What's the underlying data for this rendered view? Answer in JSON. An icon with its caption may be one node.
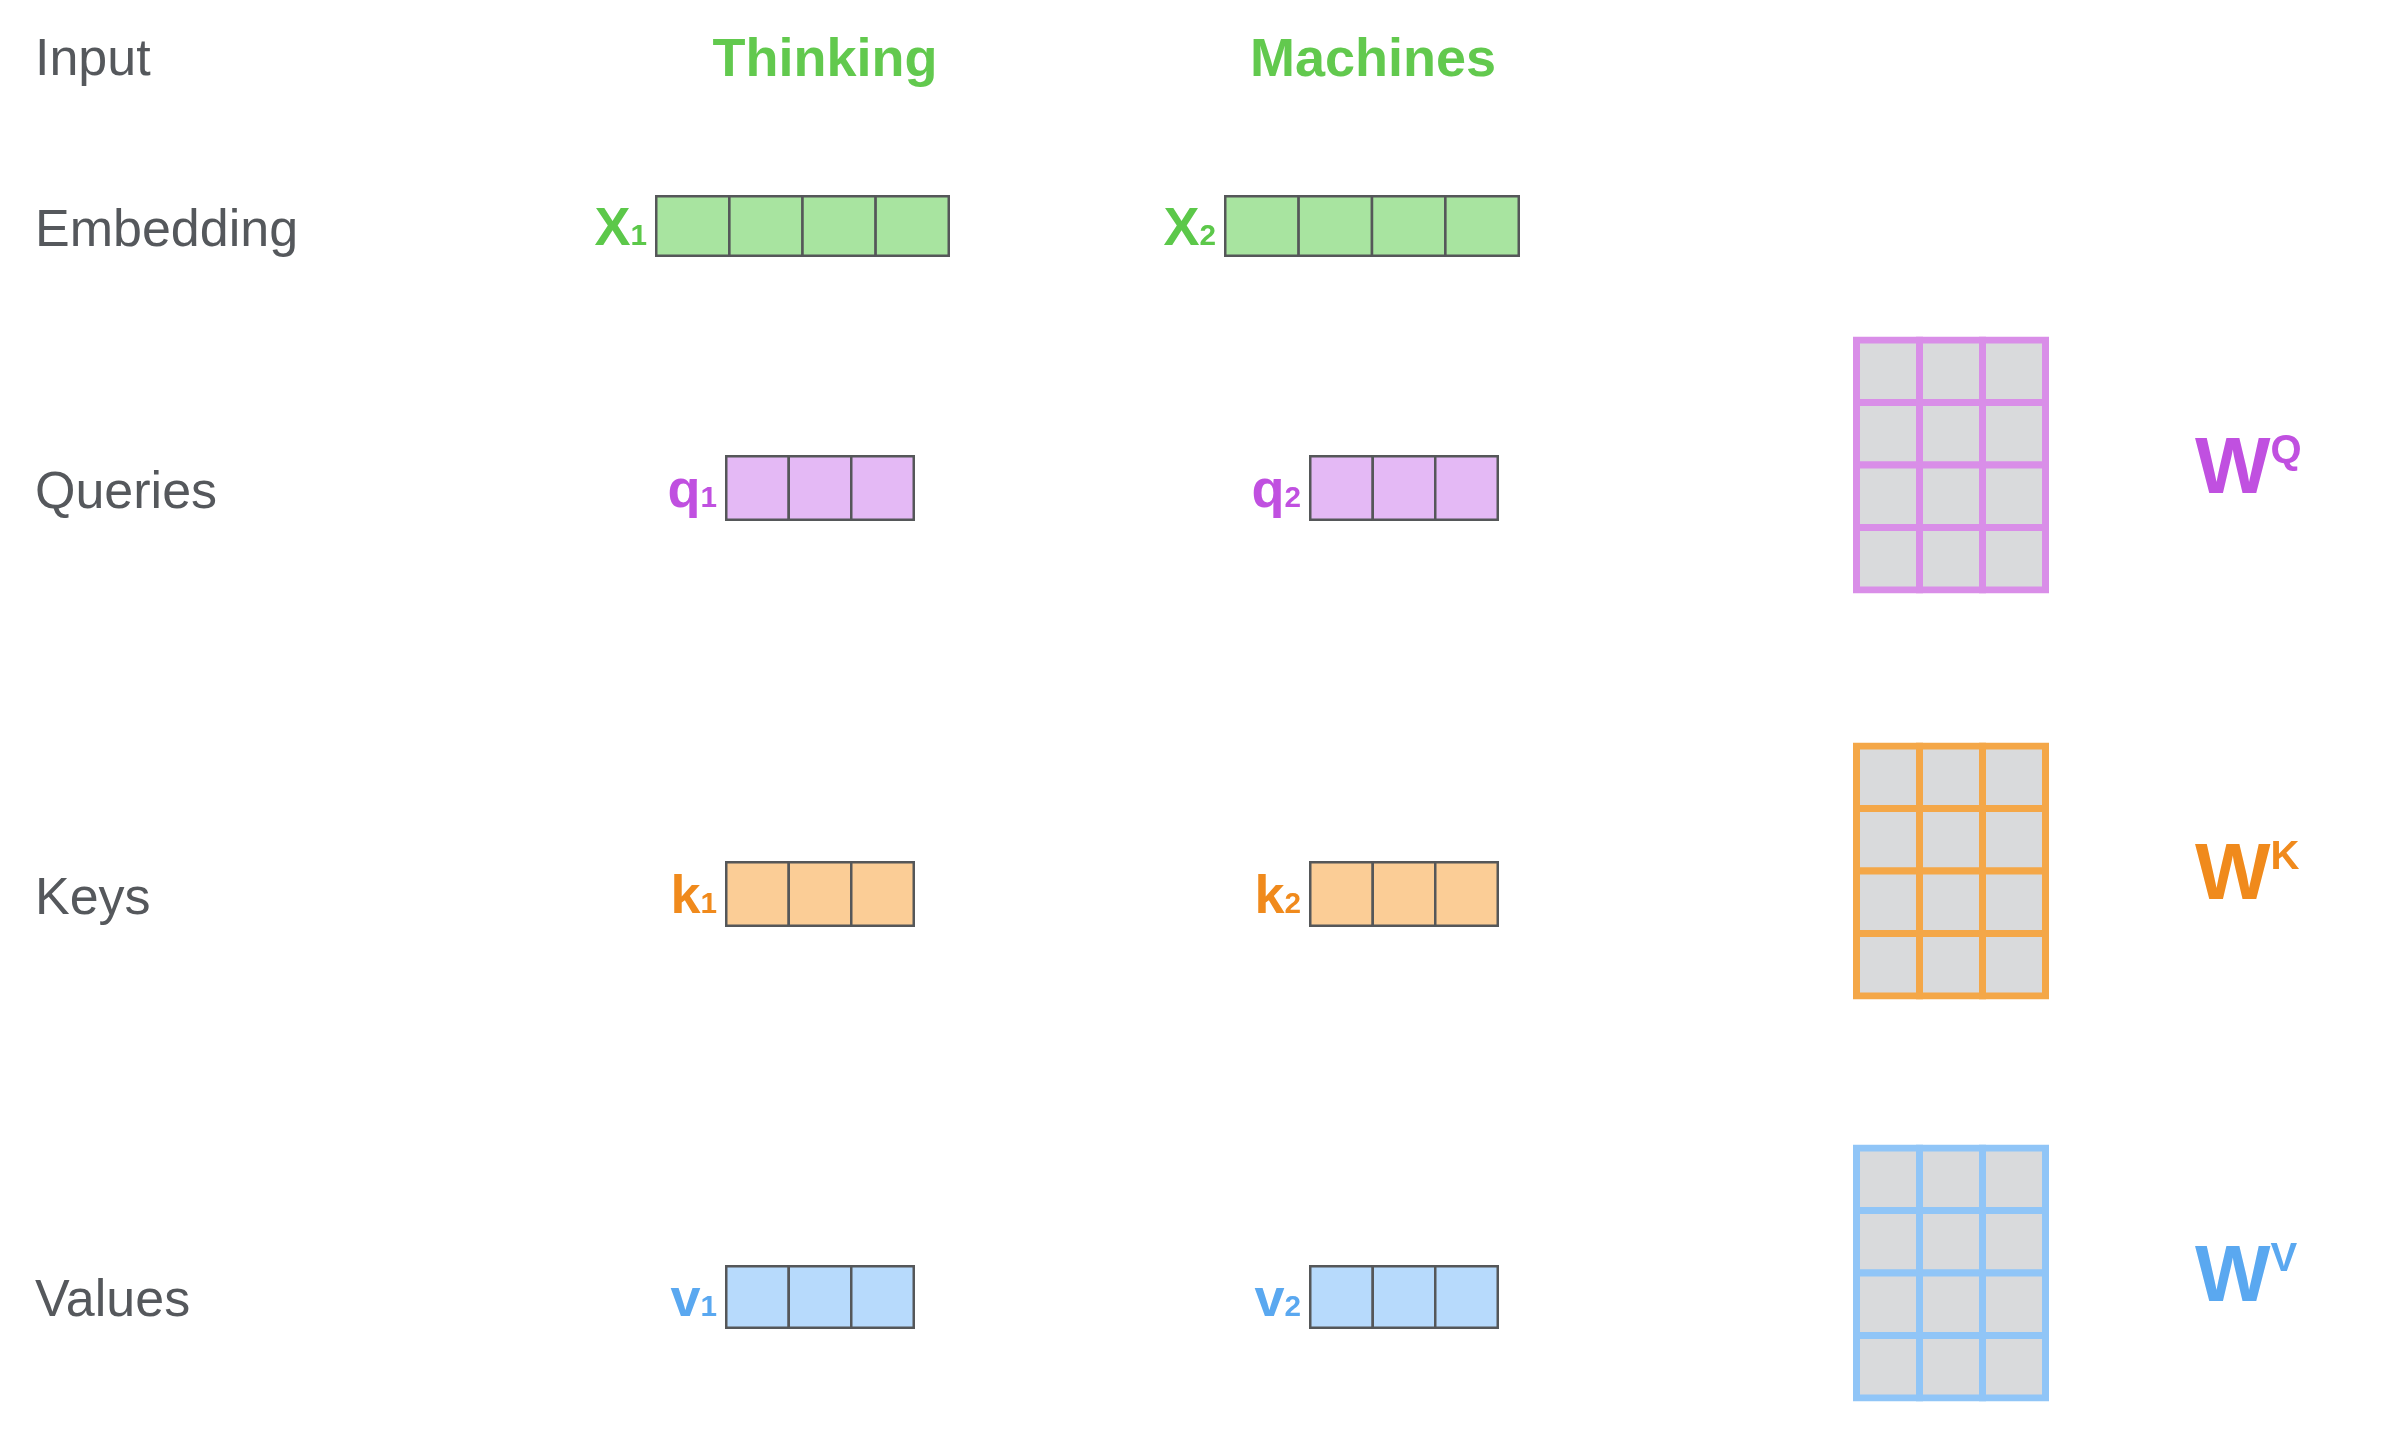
{
  "diagram": {
    "nodes": [
      {
        "text": [],
        "shape": "bar",
        "beside": [
          "X$_{1}$"
        ]
      },
      {
        "text": [],
        "shape": "bar",
        "beside": [
          "X$_{2}$"
        ]
      },
      {
        "text": [],
        "shape": "grid",
        "beside": [
          "W$^{Q}$"
        ]
      },
      {
        "text": [],
        "shape": "bar",
        "beside": [
          "q$_{1}$"
        ]
      },
      {
        "text": [],
        "shape": "bar",
        "beside": [
          "q$_{2}$"
        ]
      },
      {
        "text": [],
        "shape": "grid",
        "beside": [
          "W$^{K}$"
        ]
      },
      {
        "text": [],
        "shape": "bar",
        "beside": [
          "k$_{1}$"
        ]
      },
      {
        "text": [],
        "shape": "bar",
        "beside": [
          "k$_{2}$"
        ]
      },
      {
        "text": [],
        "shape": "grid",
        "beside": [
          "W$^{V}$"
        ]
      },
      {
        "text": [],
        "shape": "bar",
        "beside": [
          "v$_{1}$"
        ]
      },
      {
        "text": [],
        "shape": "bar",
        "beside": [
          "v$_{2}$"
        ]
      }
    ],
    "labels": [
      "Input",
      "Thinking",
      "Machines",
      "Embedding",
      "Queries",
      "Keys",
      "Values"
    ]
  }
}
